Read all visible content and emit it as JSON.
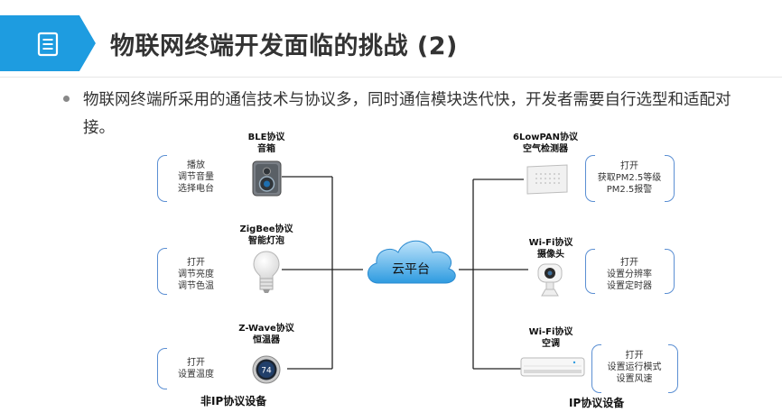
{
  "slide": {
    "title": "物联网终端开发面临的挑战 (2)",
    "bullet": "物联网终端所采用的通信技术与协议多，同时通信模块迭代快，开发者需要自行选型和适配对接。",
    "accent_color": "#1e9ce0"
  },
  "cloud": {
    "label": "云平台",
    "icon": "cloud-icon"
  },
  "left_devices": [
    {
      "title": "BLE协议",
      "subtitle": "音箱",
      "commands": [
        "播放",
        "调节音量",
        "选择电台"
      ],
      "icon": "speaker-icon"
    },
    {
      "title": "ZigBee协议",
      "subtitle": "智能灯泡",
      "commands": [
        "打开",
        "调节亮度",
        "调节色温"
      ],
      "icon": "bulb-icon"
    },
    {
      "title": "Z-Wave协议",
      "subtitle": "恒温器",
      "commands": [
        "打开",
        "设置温度"
      ],
      "icon": "thermostat-icon"
    }
  ],
  "right_devices": [
    {
      "title": "6LowPAN协议",
      "subtitle": "空气检测器",
      "commands": [
        "打开",
        "获取PM2.5等级",
        "PM2.5报警"
      ],
      "icon": "air-monitor-icon"
    },
    {
      "title": "Wi-Fi协议",
      "subtitle": "摄像头",
      "commands": [
        "打开",
        "设置分辨率",
        "设置定时器"
      ],
      "icon": "camera-icon"
    },
    {
      "title": "Wi-Fi协议",
      "subtitle": "空调",
      "commands": [
        "打开",
        "设置运行模式",
        "设置风速"
      ],
      "icon": "air-conditioner-icon"
    }
  ],
  "labels": {
    "non_ip": "非IP协议设备",
    "ip": "IP协议设备"
  },
  "thermostat_reading": "74"
}
